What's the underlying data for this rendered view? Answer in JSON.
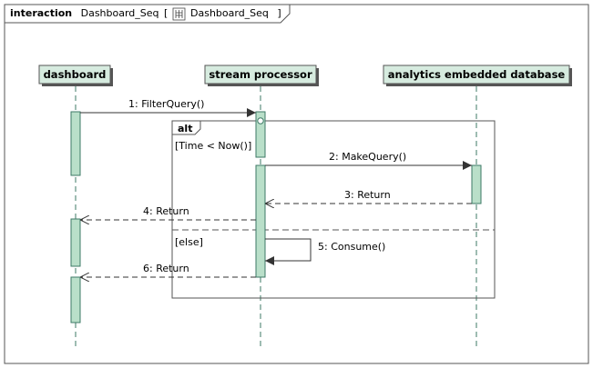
{
  "interaction": {
    "keyword": "interaction",
    "name": "Dashboard_Seq",
    "bracket_open": "[",
    "ref_name": "Dashboard_Seq",
    "bracket_close": "]"
  },
  "lifelines": [
    {
      "id": "dashboard",
      "label": "dashboard"
    },
    {
      "id": "stream",
      "label": "stream processor"
    },
    {
      "id": "db",
      "label": "analytics embedded database"
    }
  ],
  "fragment": {
    "operator": "alt",
    "guard_1": "[Time < Now()]",
    "guard_2": "[else]"
  },
  "messages": [
    {
      "label": "1:  FilterQuery()",
      "kind": "sync"
    },
    {
      "label": "2:  MakeQuery()",
      "kind": "sync"
    },
    {
      "label": "3:  Return",
      "kind": "reply"
    },
    {
      "label": "4:  Return",
      "kind": "reply"
    },
    {
      "label": "5:  Consume()",
      "kind": "self"
    },
    {
      "label": "6:  Return",
      "kind": "reply"
    }
  ],
  "colors": {
    "lifeline_head_fill": "#d6ebdf",
    "activation_fill": "#b9dfc9",
    "lifeline_stroke": "#3d7a66",
    "frame_stroke": "#555555",
    "fragment_stroke": "#555555"
  }
}
